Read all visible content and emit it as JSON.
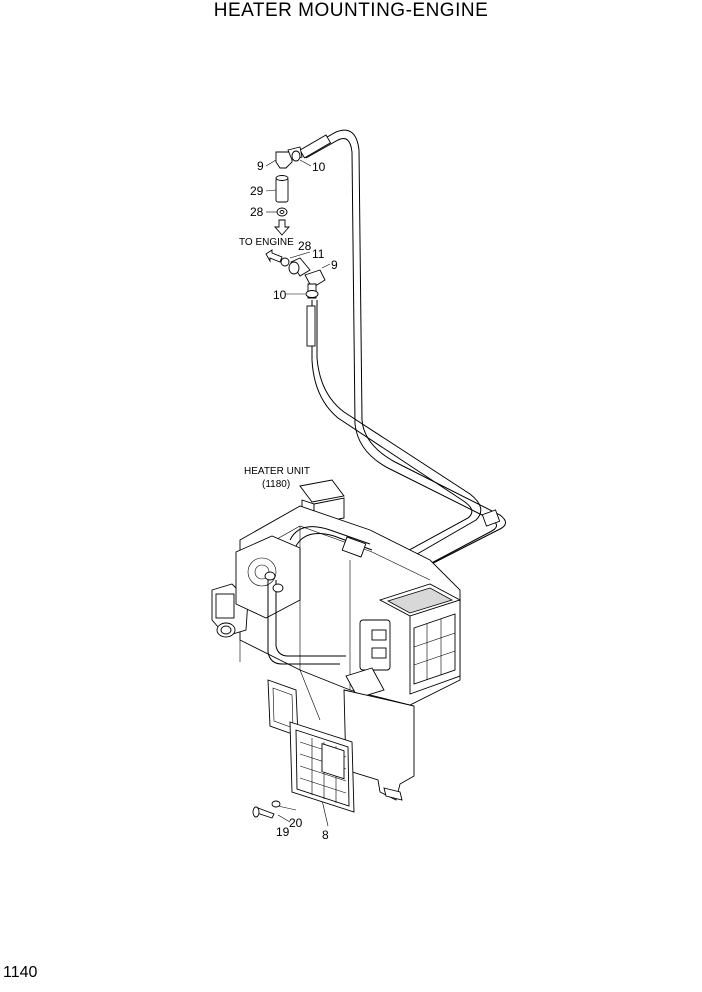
{
  "title": "HEATER MOUNTING-ENGINE",
  "page_number": "1140",
  "annotations": {
    "to_engine": "TO ENGINE",
    "heater_unit": "HEATER UNIT",
    "heater_unit_ref": "(1180)"
  },
  "part_numbers": {
    "p9_top": "9",
    "p10_top": "10",
    "p29": "29",
    "p28_top": "28",
    "p28_mid": "28",
    "p11": "11",
    "p9_mid": "9",
    "p10_mid": "10",
    "p20": "20",
    "p19": "19",
    "p8": "8"
  }
}
